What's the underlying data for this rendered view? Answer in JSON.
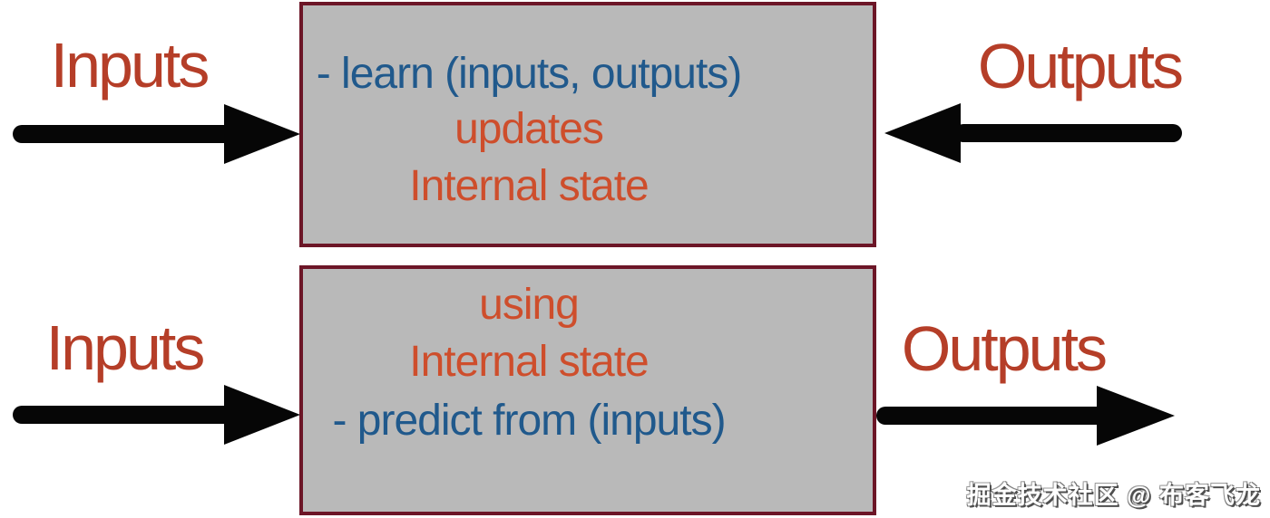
{
  "colors": {
    "label_red": "#b53e28",
    "box_red": "#ce4e2c",
    "blue": "#20598c",
    "box_fill": "#b9b9b9",
    "box_border": "#6c1627",
    "arrow_black": "#060606",
    "watermark_white": "#ffffff",
    "watermark_shadow": "#4f4f4f",
    "page_bg": "#ffffff"
  },
  "top_flow": {
    "input_label": "Inputs",
    "output_label": "Outputs",
    "box_lines": [
      {
        "text": "- learn (inputs, outputs)",
        "color": "#20598c"
      },
      {
        "text": "updates",
        "color": "#ce4e2c"
      },
      {
        "text": "Internal state",
        "color": "#ce4e2c"
      }
    ]
  },
  "bottom_flow": {
    "input_label": "Inputs",
    "output_label": "Outputs",
    "box_lines": [
      {
        "text": "using",
        "color": "#ce4e2c"
      },
      {
        "text": "Internal state",
        "color": "#ce4e2c"
      },
      {
        "text": "- predict from (inputs)",
        "color": "#20598c"
      }
    ]
  },
  "watermark": {
    "text": "掘金技术社区 @ 布客飞龙"
  }
}
